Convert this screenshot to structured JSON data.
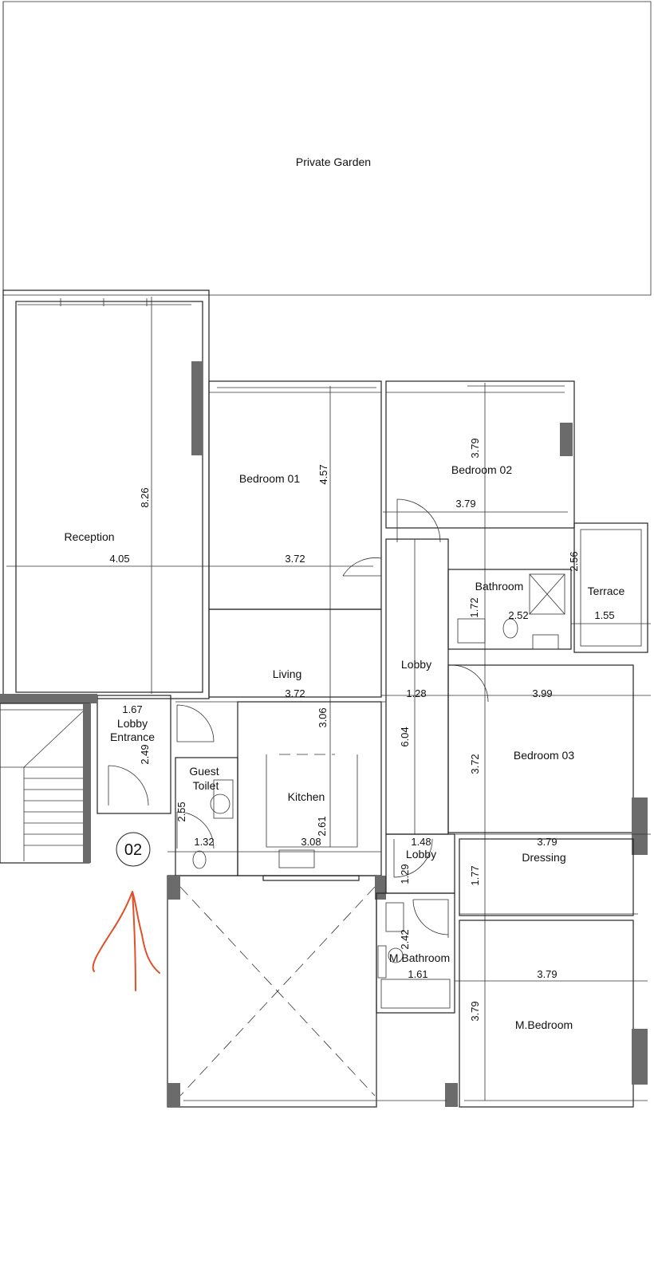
{
  "rooms": {
    "private_garden": "Private Garden",
    "reception": "Reception",
    "bedroom_01": "Bedroom 01",
    "bedroom_02": "Bedroom 02",
    "bathroom": "Bathroom",
    "terrace": "Terrace",
    "lobby": "Lobby",
    "living": "Living",
    "lobby_entrance_1": "Lobby",
    "lobby_entrance_2": "Entrance",
    "guest_toilet_1": "Guest",
    "guest_toilet_2": "Toilet",
    "kitchen": "Kitchen",
    "bedroom_03": "Bedroom 03",
    "lobby_2": "Lobby",
    "dressing": "Dressing",
    "m_bathroom": "M.Bathroom",
    "m_bedroom": "M.Bedroom"
  },
  "dimensions": {
    "reception_height": "8.26",
    "reception_width": "4.05",
    "bedroom01_height": "4.57",
    "bedroom01_width": "3.72",
    "bedroom02_height": "3.79",
    "bedroom02_width": "3.79",
    "terrace_height": "2.56",
    "terrace_width": "1.55",
    "bathroom_height": "1.72",
    "bathroom_width": "2.52",
    "living_width": "3.72",
    "living_height": "3.06",
    "lobby_width": "1.28",
    "lobby_height": "6.04",
    "bedroom03_width": "3.99",
    "bedroom03_height": "3.72",
    "entrance_width": "1.67",
    "entrance_height": "2.49",
    "toilet_height": "2.55",
    "toilet_width": "1.32",
    "kitchen_height": "2.61",
    "kitchen_width": "3.08",
    "lobby2_width": "1.48",
    "lobby2_height": "1.29",
    "dressing_width": "3.79",
    "dressing_height": "1.77",
    "mbath_height": "2.42",
    "mbath_width": "1.61",
    "mbedroom_width": "3.79",
    "mbedroom_height": "3.79"
  },
  "unit_tag": "02",
  "annotation_color": "#e0502a"
}
